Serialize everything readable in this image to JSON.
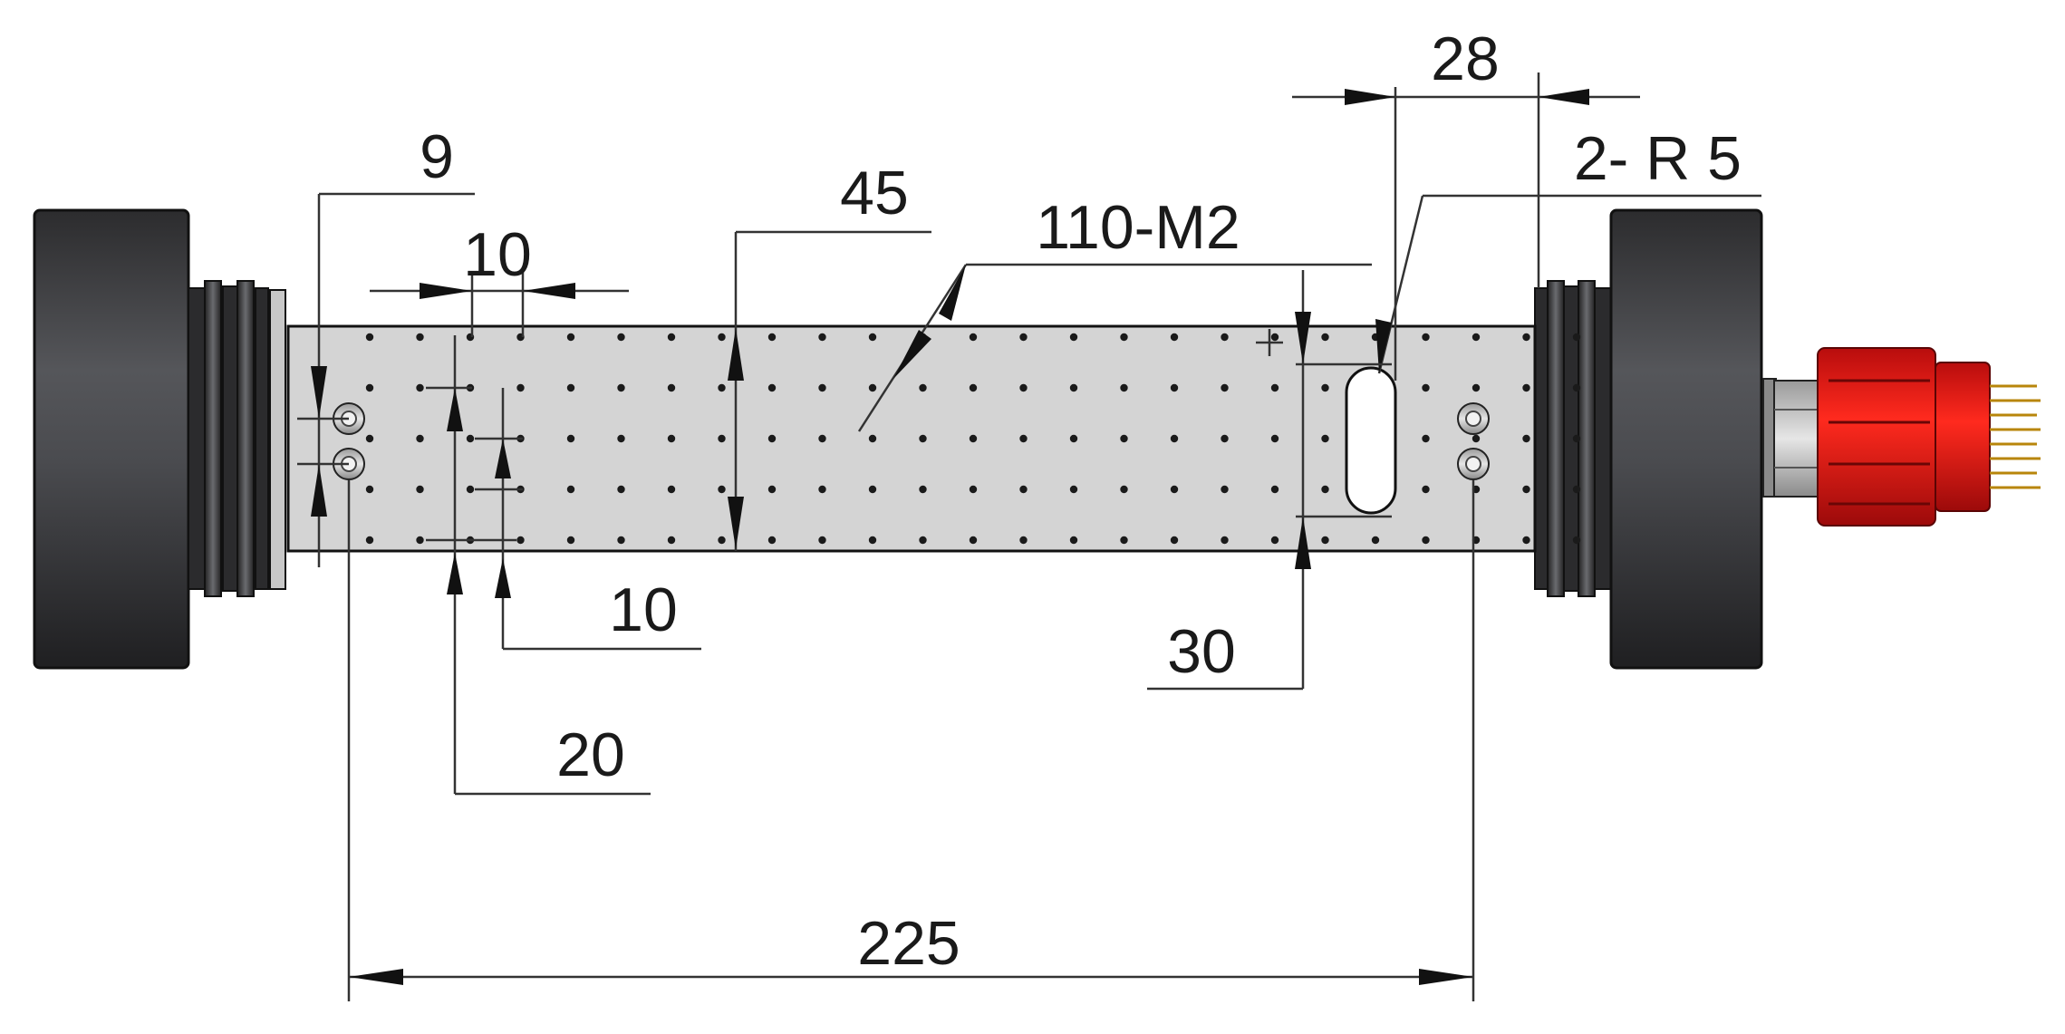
{
  "dimensions": {
    "total_length": "225",
    "width": "45",
    "slot_offset": "28",
    "slot_radius": "2- R 5",
    "hole_pattern": "110-M2",
    "edge_offset": "9",
    "pitch_horizontal": "10",
    "pitch_vertical": "10",
    "row_spacing": "20",
    "slot_height": "30"
  },
  "colors": {
    "background": "#ffffff",
    "plate": "#d4d4d4",
    "roller": "#3a3a3c",
    "connector": "#d41414",
    "dimension_lines": "#333333"
  }
}
